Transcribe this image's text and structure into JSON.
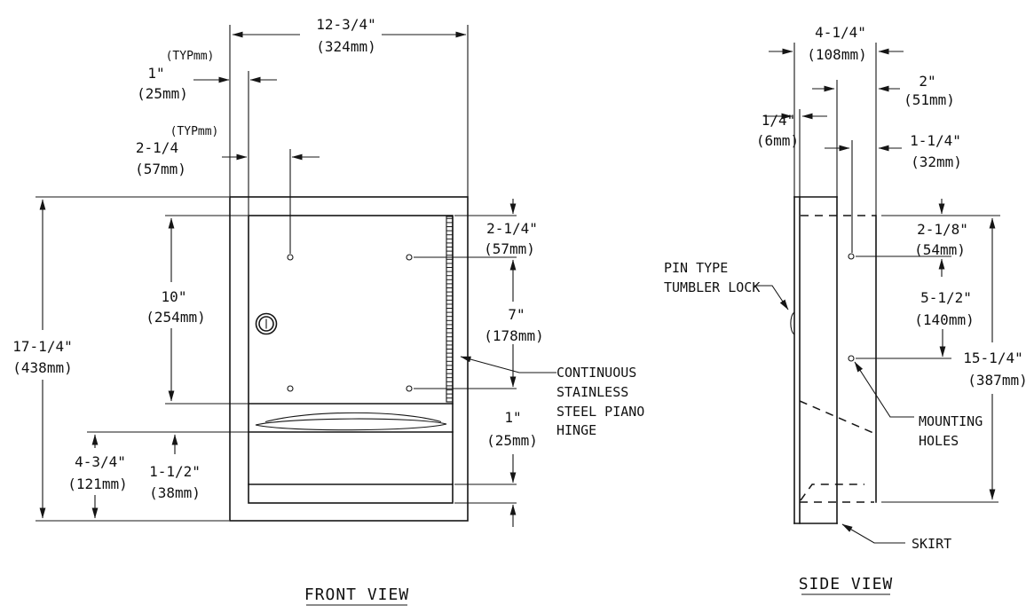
{
  "front": {
    "title": "FRONT VIEW",
    "dims": {
      "width": {
        "imp": "12-3/4\"",
        "mm": "(324mm)"
      },
      "inset": {
        "typ": "(TYPmm)",
        "imp": "1\"",
        "mm": "(25mm)"
      },
      "hole_inset": {
        "typ": "(TYPmm)",
        "imp": "2-1/4",
        "mm": "(57mm)"
      },
      "height": {
        "imp": "17-1/4\"",
        "mm": "(438mm)"
      },
      "door_height": {
        "imp": "10\"",
        "mm": "(254mm)"
      },
      "skirt_height": {
        "imp": "4-3/4\"",
        "mm": "(121mm)"
      },
      "slot_height": {
        "imp": "1-1/2\"",
        "mm": "(38mm)"
      },
      "hole_top": {
        "imp": "2-1/4\"",
        "mm": "(57mm)"
      },
      "hole_span": {
        "imp": "7\"",
        "mm": "(178mm)"
      },
      "bottom_band": {
        "imp": "1\"",
        "mm": "(25mm)"
      }
    },
    "hinge_note": [
      "CONTINUOUS",
      "STAINLESS",
      "STEEL PIANO",
      "HINGE"
    ]
  },
  "side": {
    "title": "SIDE VIEW",
    "dims": {
      "depth": {
        "imp": "4-1/4\"",
        "mm": "(108mm)"
      },
      "panel": {
        "imp": "1/4\"",
        "mm": "(6mm)"
      },
      "projection": {
        "imp": "2\"",
        "mm": "(51mm)"
      },
      "hole_depth": {
        "imp": "1-1/4\"",
        "mm": "(32mm)"
      },
      "hole_top": {
        "imp": "2-1/8\"",
        "mm": "(54mm)"
      },
      "hole_span": {
        "imp": "5-1/2\"",
        "mm": "(140mm)"
      },
      "recess_height": {
        "imp": "15-1/4\"",
        "mm": "(387mm)"
      }
    },
    "lock_note": [
      "PIN TYPE",
      "TUMBLER LOCK"
    ],
    "holes_note": [
      "MOUNTING",
      "HOLES"
    ],
    "skirt_note": "SKIRT"
  }
}
